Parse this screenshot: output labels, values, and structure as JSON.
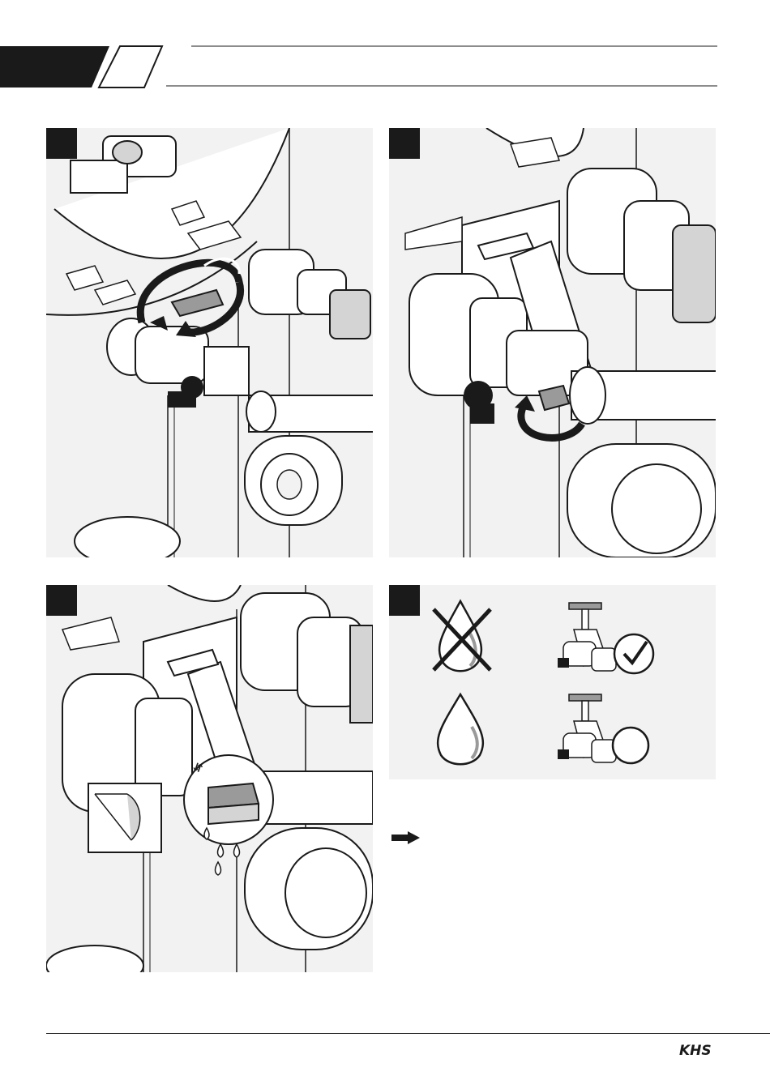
{
  "brand": {
    "logo_text": "KHS"
  },
  "colors": {
    "ink": "#1a1a1a",
    "panel_bg": "#f2f2f2",
    "shade": "#9a9a9a",
    "light_shade": "#d4d4d4"
  },
  "panels": [
    {
      "id": "step-1",
      "icon": "rotate-handle-icon"
    },
    {
      "id": "step-2",
      "icon": "rotate-lever-icon"
    },
    {
      "id": "step-3",
      "icon": "drain-valve-drops-icon"
    },
    {
      "id": "step-4",
      "icons": [
        "no-water-icon",
        "valve-check-icon",
        "water-drop-icon",
        "valve-pending-icon"
      ]
    }
  ],
  "result_arrow_icon": "arrow-right-icon"
}
